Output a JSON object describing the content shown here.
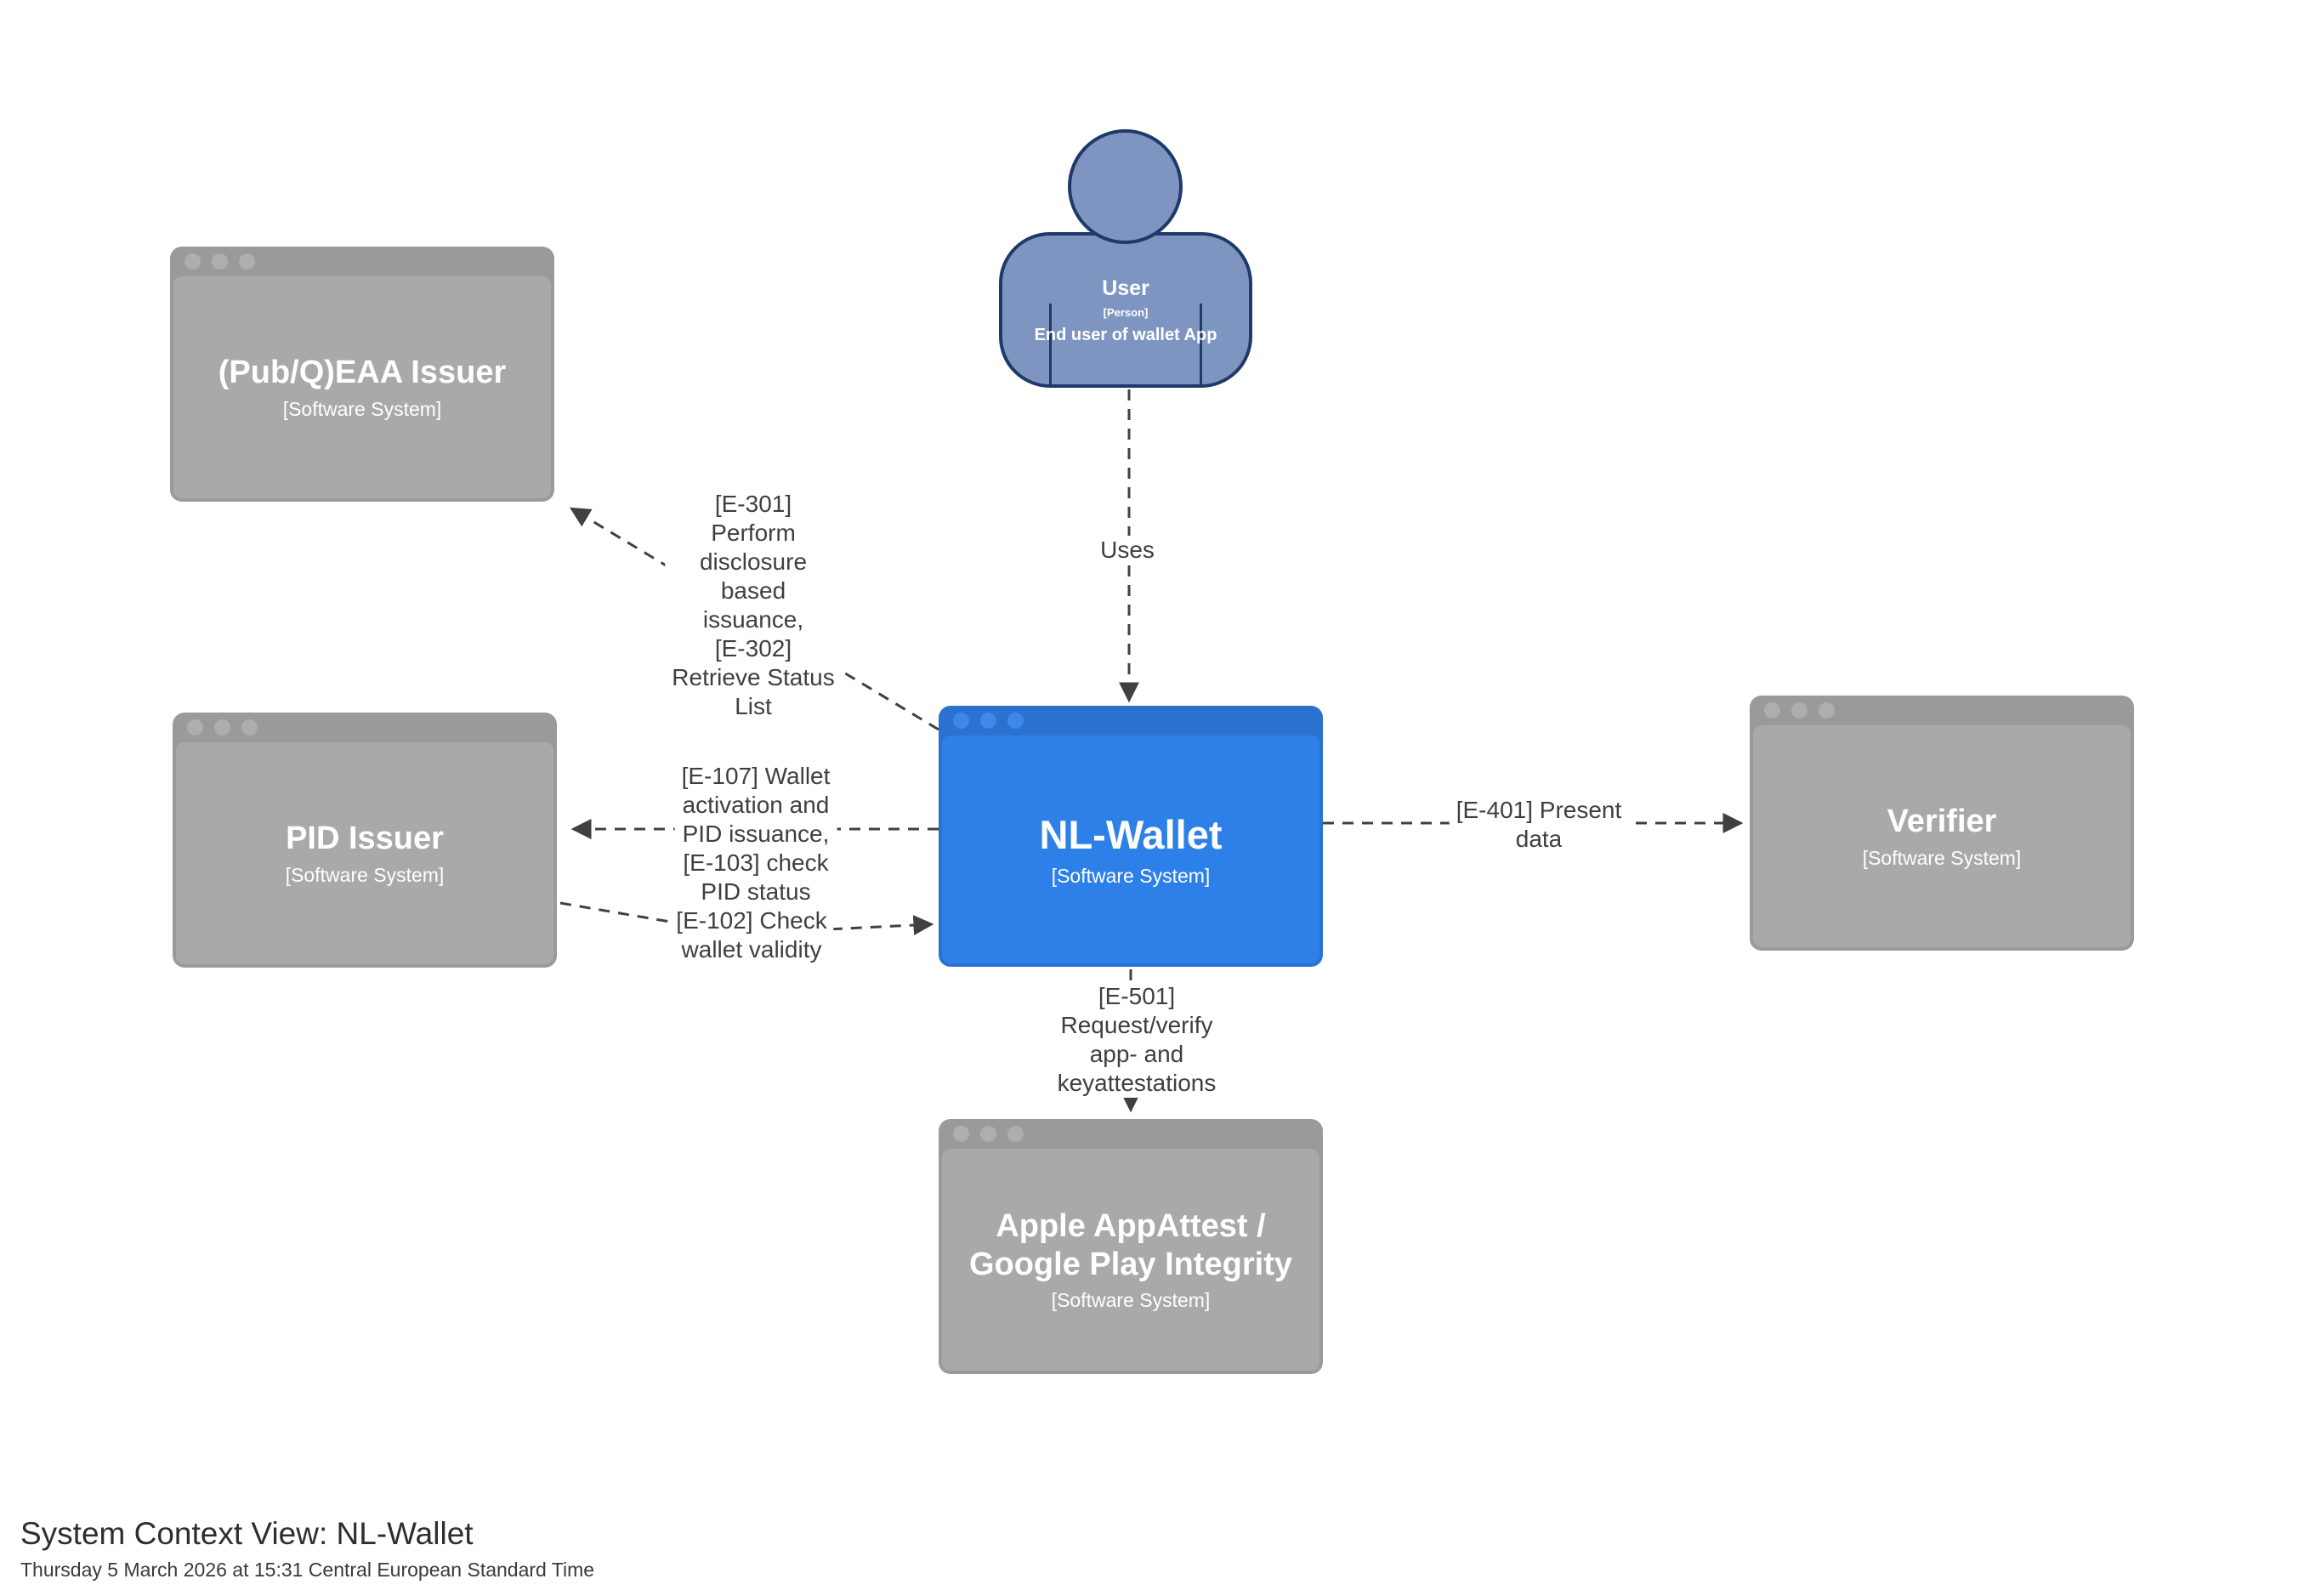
{
  "page": {
    "title": "System Context View: NL-Wallet",
    "subtitle": "Thursday 5 March 2026 at 15:31 Central European Standard Time"
  },
  "nodes": {
    "user": {
      "name": "User",
      "type": "[Person]",
      "description": "End user of wallet App"
    },
    "eaa_issuer": {
      "name": "(Pub/Q)EAA Issuer",
      "type": "[Software System]"
    },
    "pid_issuer": {
      "name": "PID Issuer",
      "type": "[Software System]"
    },
    "nl_wallet": {
      "name": "NL-Wallet",
      "type": "[Software System]"
    },
    "verifier": {
      "name": "Verifier",
      "type": "[Software System]"
    },
    "attestation_service": {
      "name": "Apple AppAttest /\nGoogle Play Integrity",
      "type": "[Software System]"
    }
  },
  "edges": {
    "uses": {
      "from": "user",
      "to": "nl_wallet",
      "label": "Uses"
    },
    "e301": {
      "from": "nl_wallet",
      "to": "eaa_issuer",
      "label": "[E-301]\nPerform\ndisclosure\nbased\nissuance,\n[E-302]\nRetrieve Status\nList"
    },
    "e107": {
      "from": "nl_wallet",
      "to": "pid_issuer",
      "label": "[E-107] Wallet\nactivation and\nPID issuance,\n[E-103] check\nPID status"
    },
    "e102": {
      "from": "pid_issuer",
      "to": "nl_wallet",
      "label": "[E-102] Check\nwallet validity"
    },
    "e401": {
      "from": "nl_wallet",
      "to": "verifier",
      "label": "[E-401] Present\ndata"
    },
    "e501": {
      "from": "nl_wallet",
      "to": "attestation_service",
      "label": "[E-501]\nRequest/verify\napp- and\nkeyattestations"
    }
  },
  "colors": {
    "blue-header": "#2b72d0",
    "blue-body": "#2d80e8",
    "blue-dot": "#3e88ea",
    "gray-header": "#9a9a9a",
    "gray-body": "#a9a9a9",
    "gray-dot": "#aeaeae",
    "person-fill": "#7e95c1",
    "person-border": "#1f3a68",
    "edge-color": "#404040",
    "label-text": "#3f3f3f",
    "title-text": "#2e2e2e"
  }
}
